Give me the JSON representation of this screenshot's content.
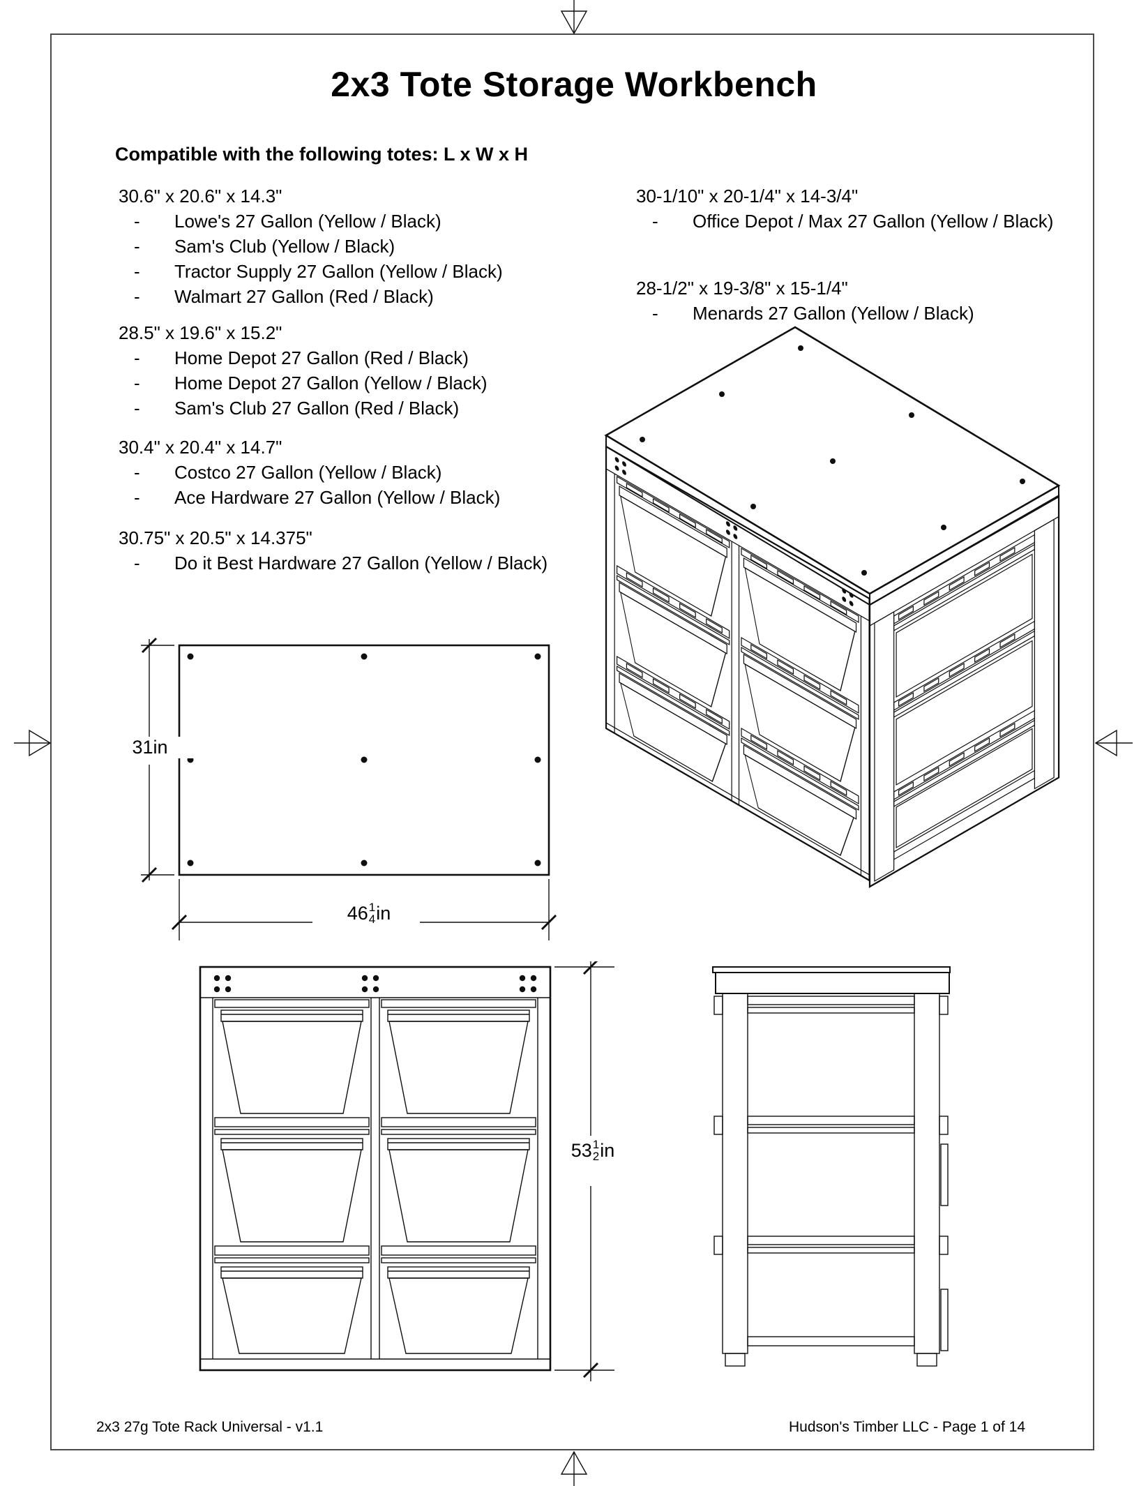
{
  "page": {
    "title": "2x3 Tote Storage Workbench",
    "footer_left": "2x3 27g Tote Rack Universal - v1.1",
    "footer_right": "Hudson's Timber LLC - Page 1 of 14"
  },
  "compat": {
    "heading": "Compatible with the following totes: L x W x H",
    "bullet": "-",
    "left_groups": [
      {
        "size": "30.6\" x 20.6\" x 14.3\"",
        "items": [
          "Lowe's 27 Gallon (Yellow / Black)",
          "Sam's Club (Yellow / Black)",
          "Tractor Supply 27 Gallon (Yellow / Black)",
          "Walmart 27 Gallon (Red / Black)"
        ]
      },
      {
        "size": "28.5\" x 19.6\" x 15.2\"",
        "items": [
          "Home Depot 27 Gallon (Red / Black)",
          "Home Depot 27 Gallon (Yellow / Black)",
          "Sam's Club 27 Gallon (Red / Black)"
        ]
      },
      {
        "size": "30.4\" x 20.4\" x 14.7\"",
        "items": [
          "Costco 27 Gallon (Yellow / Black)",
          "Ace Hardware 27 Gallon (Yellow / Black)"
        ]
      },
      {
        "size": "30.75\" x 20.5\" x 14.375\"",
        "items": [
          "Do it Best Hardware 27 Gallon (Yellow / Black)"
        ]
      }
    ],
    "right_groups": [
      {
        "size": "30-1/10\" x 20-1/4\" x 14-3/4\"",
        "items": [
          "Office Depot / Max 27 Gallon (Yellow / Black)"
        ]
      },
      {
        "size": "28-1/2\" x 19-3/8\" x 15-1/4\"",
        "items": [
          "Menards 27 Gallon (Yellow / Black)"
        ]
      }
    ]
  },
  "dimensions": {
    "top_depth": {
      "value": "31",
      "unit": "in"
    },
    "top_width": {
      "whole": "46",
      "num": "1",
      "den": "4",
      "unit": "in"
    },
    "front_height": {
      "whole": "53",
      "num": "1",
      "den": "2",
      "unit": "in"
    }
  }
}
